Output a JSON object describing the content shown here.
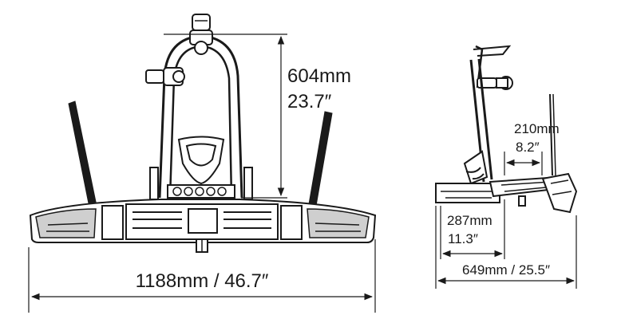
{
  "front_view": {
    "height_mm": "604mm",
    "height_in": "23.7″",
    "width_label": "1188mm / 46.7″"
  },
  "side_view": {
    "wheel_gap_mm": "210mm",
    "wheel_gap_in": "8.2″",
    "base_mm": "287mm",
    "base_in": "11.3″",
    "depth_label": "649mm / 25.5″"
  }
}
